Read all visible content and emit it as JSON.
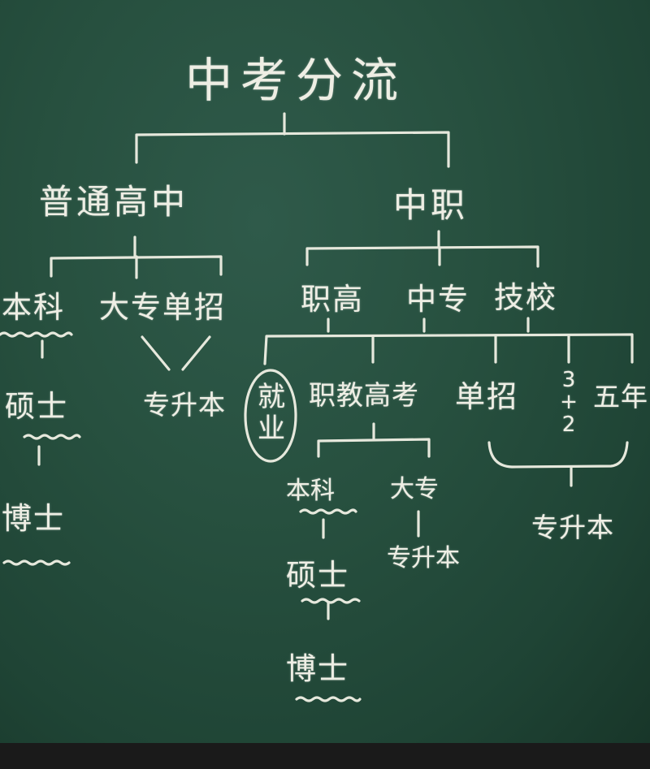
{
  "title": "中考分流",
  "branches": {
    "general": {
      "label": "普通高中",
      "undergrad": "本科",
      "junior_college_exam": "大专单招",
      "master": "硕士",
      "upgrade": "专升本",
      "doctor": "博士"
    },
    "vocational": {
      "label": "中职",
      "types": [
        "职高",
        "中专",
        "技校"
      ],
      "employment": "就业",
      "voc_exam": "职教高考",
      "single_exam": "单招",
      "three_two": [
        "3",
        "+",
        "2"
      ],
      "five_year": "五年",
      "undergrad": "本科",
      "junior_college": "大专",
      "master": "硕士",
      "upgrade_mid": "专升本",
      "upgrade_right": "专升本",
      "doctor": "博士"
    }
  }
}
